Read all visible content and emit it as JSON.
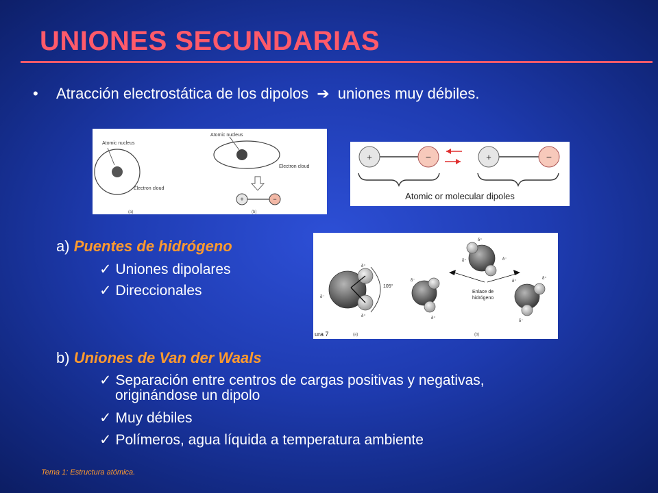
{
  "title": "UNIONES SECUNDARIAS",
  "intro": {
    "bullet": "•",
    "text_before": "Atracción electrostática de los dipolos",
    "arrow": "➔",
    "text_after": "uniones muy débiles."
  },
  "figure1": {
    "label_nucleus_a": "Atomic nucleus",
    "label_cloud_a": "Electron cloud",
    "label_nucleus_b": "Atomic nucleus",
    "label_cloud_b": "Electron cloud",
    "caption_a": "(a)",
    "caption_b": "(b)",
    "plus": "+",
    "minus": "−"
  },
  "figure2": {
    "plus": "+",
    "minus": "−",
    "caption": "Atomic or molecular dipoles"
  },
  "figure3": {
    "angle": "105°",
    "label_line1": "Enlace de",
    "label_line2": "hidrógeno",
    "caption_a": "(a)",
    "caption_b": "(b)",
    "cut_caption": "ura 7",
    "delta_plus": "δ⁺",
    "delta_minus": "δ⁻"
  },
  "section_a": {
    "prefix": "a)",
    "heading": "Puentes de hidrógeno",
    "items": [
      "Uniones dipolares",
      "Direccionales"
    ]
  },
  "section_b": {
    "prefix": "b)",
    "heading": "Uniones de Van der Waals",
    "item1_line1": "Separación entre centros de cargas positivas y negativas,",
    "item1_line2": "originándose un dipolo",
    "item2": "Muy débiles",
    "item3": "Polímeros, agua líquida a temperatura ambiente"
  },
  "check_glyph": "✓",
  "footer": "Tema 1:  Estructura atómica.",
  "colors": {
    "title": "#ff5a6a",
    "accent": "#ff9a2e",
    "text": "#ffffff",
    "background": "#1e3bb0"
  }
}
